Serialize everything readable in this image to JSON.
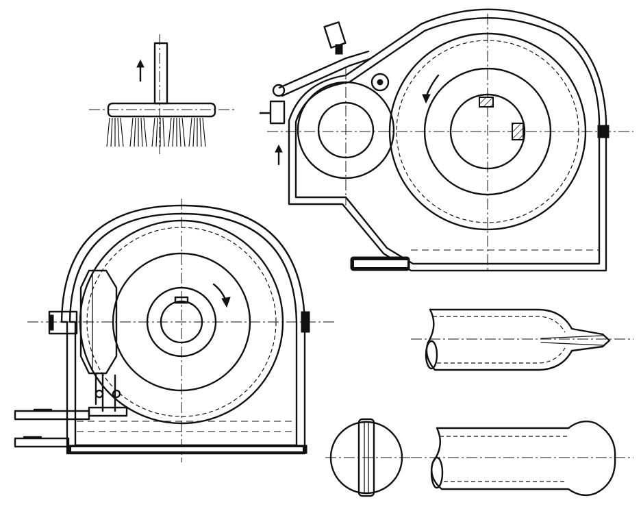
{
  "figure": {
    "description_labels": [],
    "ink_color": "#111111",
    "paper_color": "#ffffff",
    "views": [
      {
        "id": "brush",
        "icon": "brush-icon"
      },
      {
        "id": "washer-side-section",
        "icon": "gear-housing-icon"
      },
      {
        "id": "washer-front-section",
        "icon": "gear-housing-icon"
      },
      {
        "id": "tube-tip-flattened",
        "icon": "tube-icon"
      },
      {
        "id": "tube-tip-rounded",
        "icon": "tube-icon"
      },
      {
        "id": "grinding-disc",
        "icon": "disc-icon"
      }
    ]
  }
}
